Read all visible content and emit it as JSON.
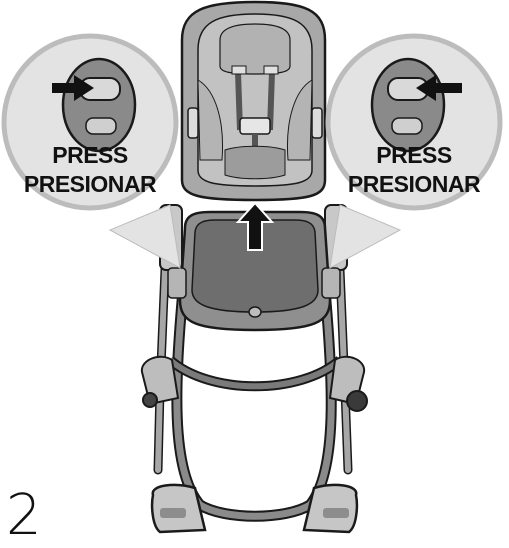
{
  "step": {
    "number": "2"
  },
  "callouts": {
    "left": {
      "line1": "PRESS",
      "line2": "PRESIONAR"
    },
    "right": {
      "line1": "PRESS",
      "line2": "PRESIONAR"
    }
  },
  "icons": {
    "press_arrow_left": "right-pointing-arrow-icon",
    "press_arrow_right": "left-pointing-arrow-icon",
    "lift_arrow": "up-arrow-icon"
  },
  "colors": {
    "seat_pad": "#b9b9b9",
    "frame": "#9a9a9a",
    "tray": "#7d7d7d",
    "outline": "#1a1a1a",
    "arrow": "#111111"
  }
}
